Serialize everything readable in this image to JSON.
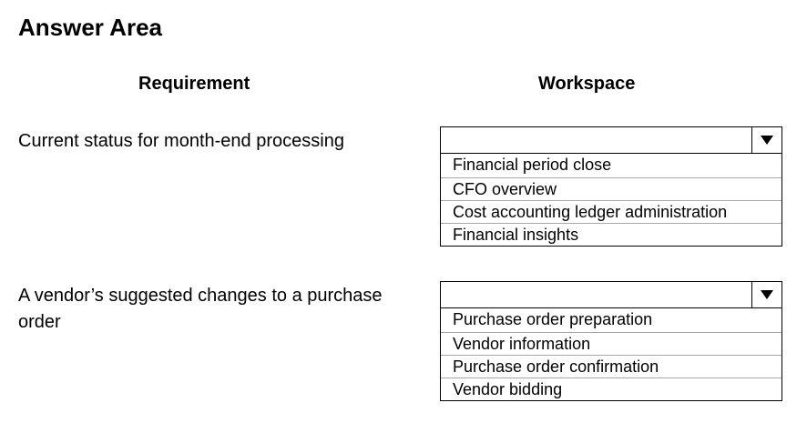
{
  "title": "Answer Area",
  "headers": {
    "requirement": "Requirement",
    "workspace": "Workspace"
  },
  "questions": [
    {
      "requirement": "Current status for month-end processing",
      "selected": "",
      "options": [
        "Financial period close",
        "CFO overview",
        "Cost accounting ledger administration",
        "Financial insights"
      ]
    },
    {
      "requirement": "A vendor’s suggested changes to a purchase order",
      "selected": "",
      "options": [
        "Purchase order preparation",
        "Vendor information",
        "Purchase order confirmation",
        "Vendor bidding"
      ]
    }
  ],
  "icons": {
    "dropdown_arrow": "triangle-down-icon"
  }
}
